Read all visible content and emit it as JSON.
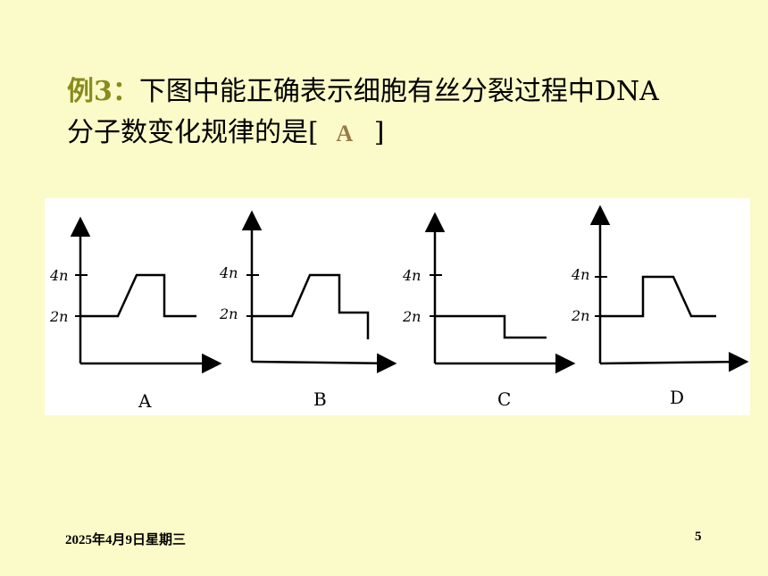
{
  "question": {
    "prefix": "例3：",
    "text_line1": "下图中能正确表示细胞有丝分裂过程中DNA",
    "text_line2": "分子数变化规律的是[",
    "answer": "A",
    "bracket_close": "]"
  },
  "figure": {
    "y_ticks": [
      "4n",
      "2n"
    ],
    "panels": [
      {
        "label": "A",
        "levels": [
          2,
          2,
          4,
          4,
          2,
          2
        ]
      },
      {
        "label": "B",
        "levels": [
          2,
          2,
          4,
          4,
          2,
          2
        ]
      },
      {
        "label": "C",
        "levels": [
          2,
          2,
          1
        ]
      },
      {
        "label": "D",
        "levels": [
          2,
          2,
          4,
          4,
          2,
          2
        ]
      }
    ]
  },
  "footer": {
    "date": "2025年4月9日星期三",
    "page": "5"
  }
}
